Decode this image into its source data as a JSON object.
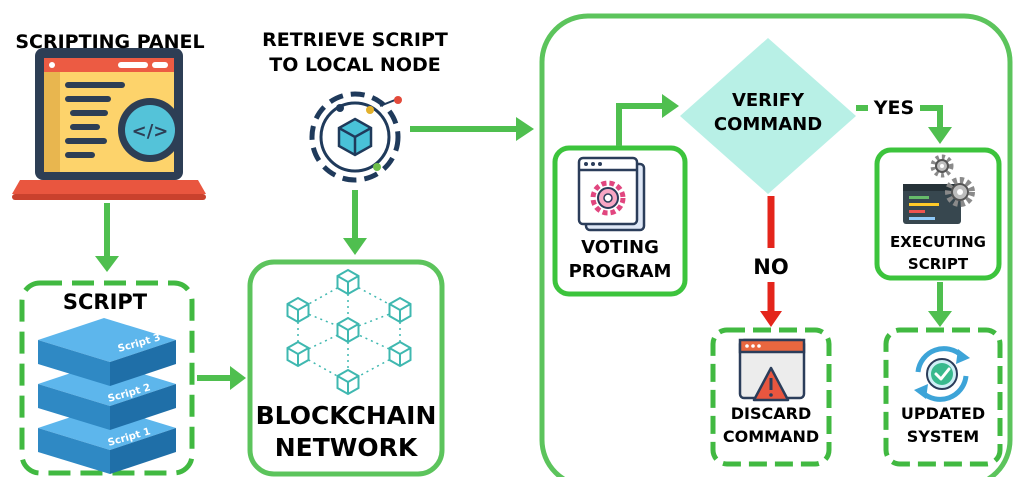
{
  "labels": {
    "scripting_panel": "SCRIPTING PANEL",
    "retrieve_line1": "RETRIEVE SCRIPT",
    "retrieve_line2": "TO LOCAL NODE",
    "script_title": "SCRIPT",
    "blockchain_line1": "BLOCKCHAIN",
    "blockchain_line2": "NETWORK",
    "verify_line1": "VERIFY",
    "verify_line2": "COMMAND",
    "yes": "YES",
    "no": "NO",
    "voting_line1": "VOTING",
    "voting_line2": "PROGRAM",
    "executing_line1": "EXECUTING",
    "executing_line2": "SCRIPT",
    "discard_line1": "DISCARD",
    "discard_line2": "COMMAND",
    "updated_line1": "UPDATED",
    "updated_line2": "SYSTEM"
  },
  "script_layers": [
    "Script 3",
    "Script 2",
    "Script 1"
  ],
  "icons": {
    "laptop": "laptop-code-icon",
    "gear_node": "gear-cube-icon",
    "network": "blockchain-network-icon",
    "voting": "window-gear-icon",
    "executing": "terminal-gears-icon",
    "discard": "window-warning-icon",
    "updated": "refresh-check-icon"
  },
  "colors": {
    "flow_green": "#4fbf4f",
    "box_border": "#3cc43c",
    "dashed_border": "#41b941",
    "diamond_fill": "#b8f0e6",
    "no_arrow_red": "#e4251b",
    "cube_teal": "#3fb8b0",
    "stack_blue": "#2f89c4"
  }
}
